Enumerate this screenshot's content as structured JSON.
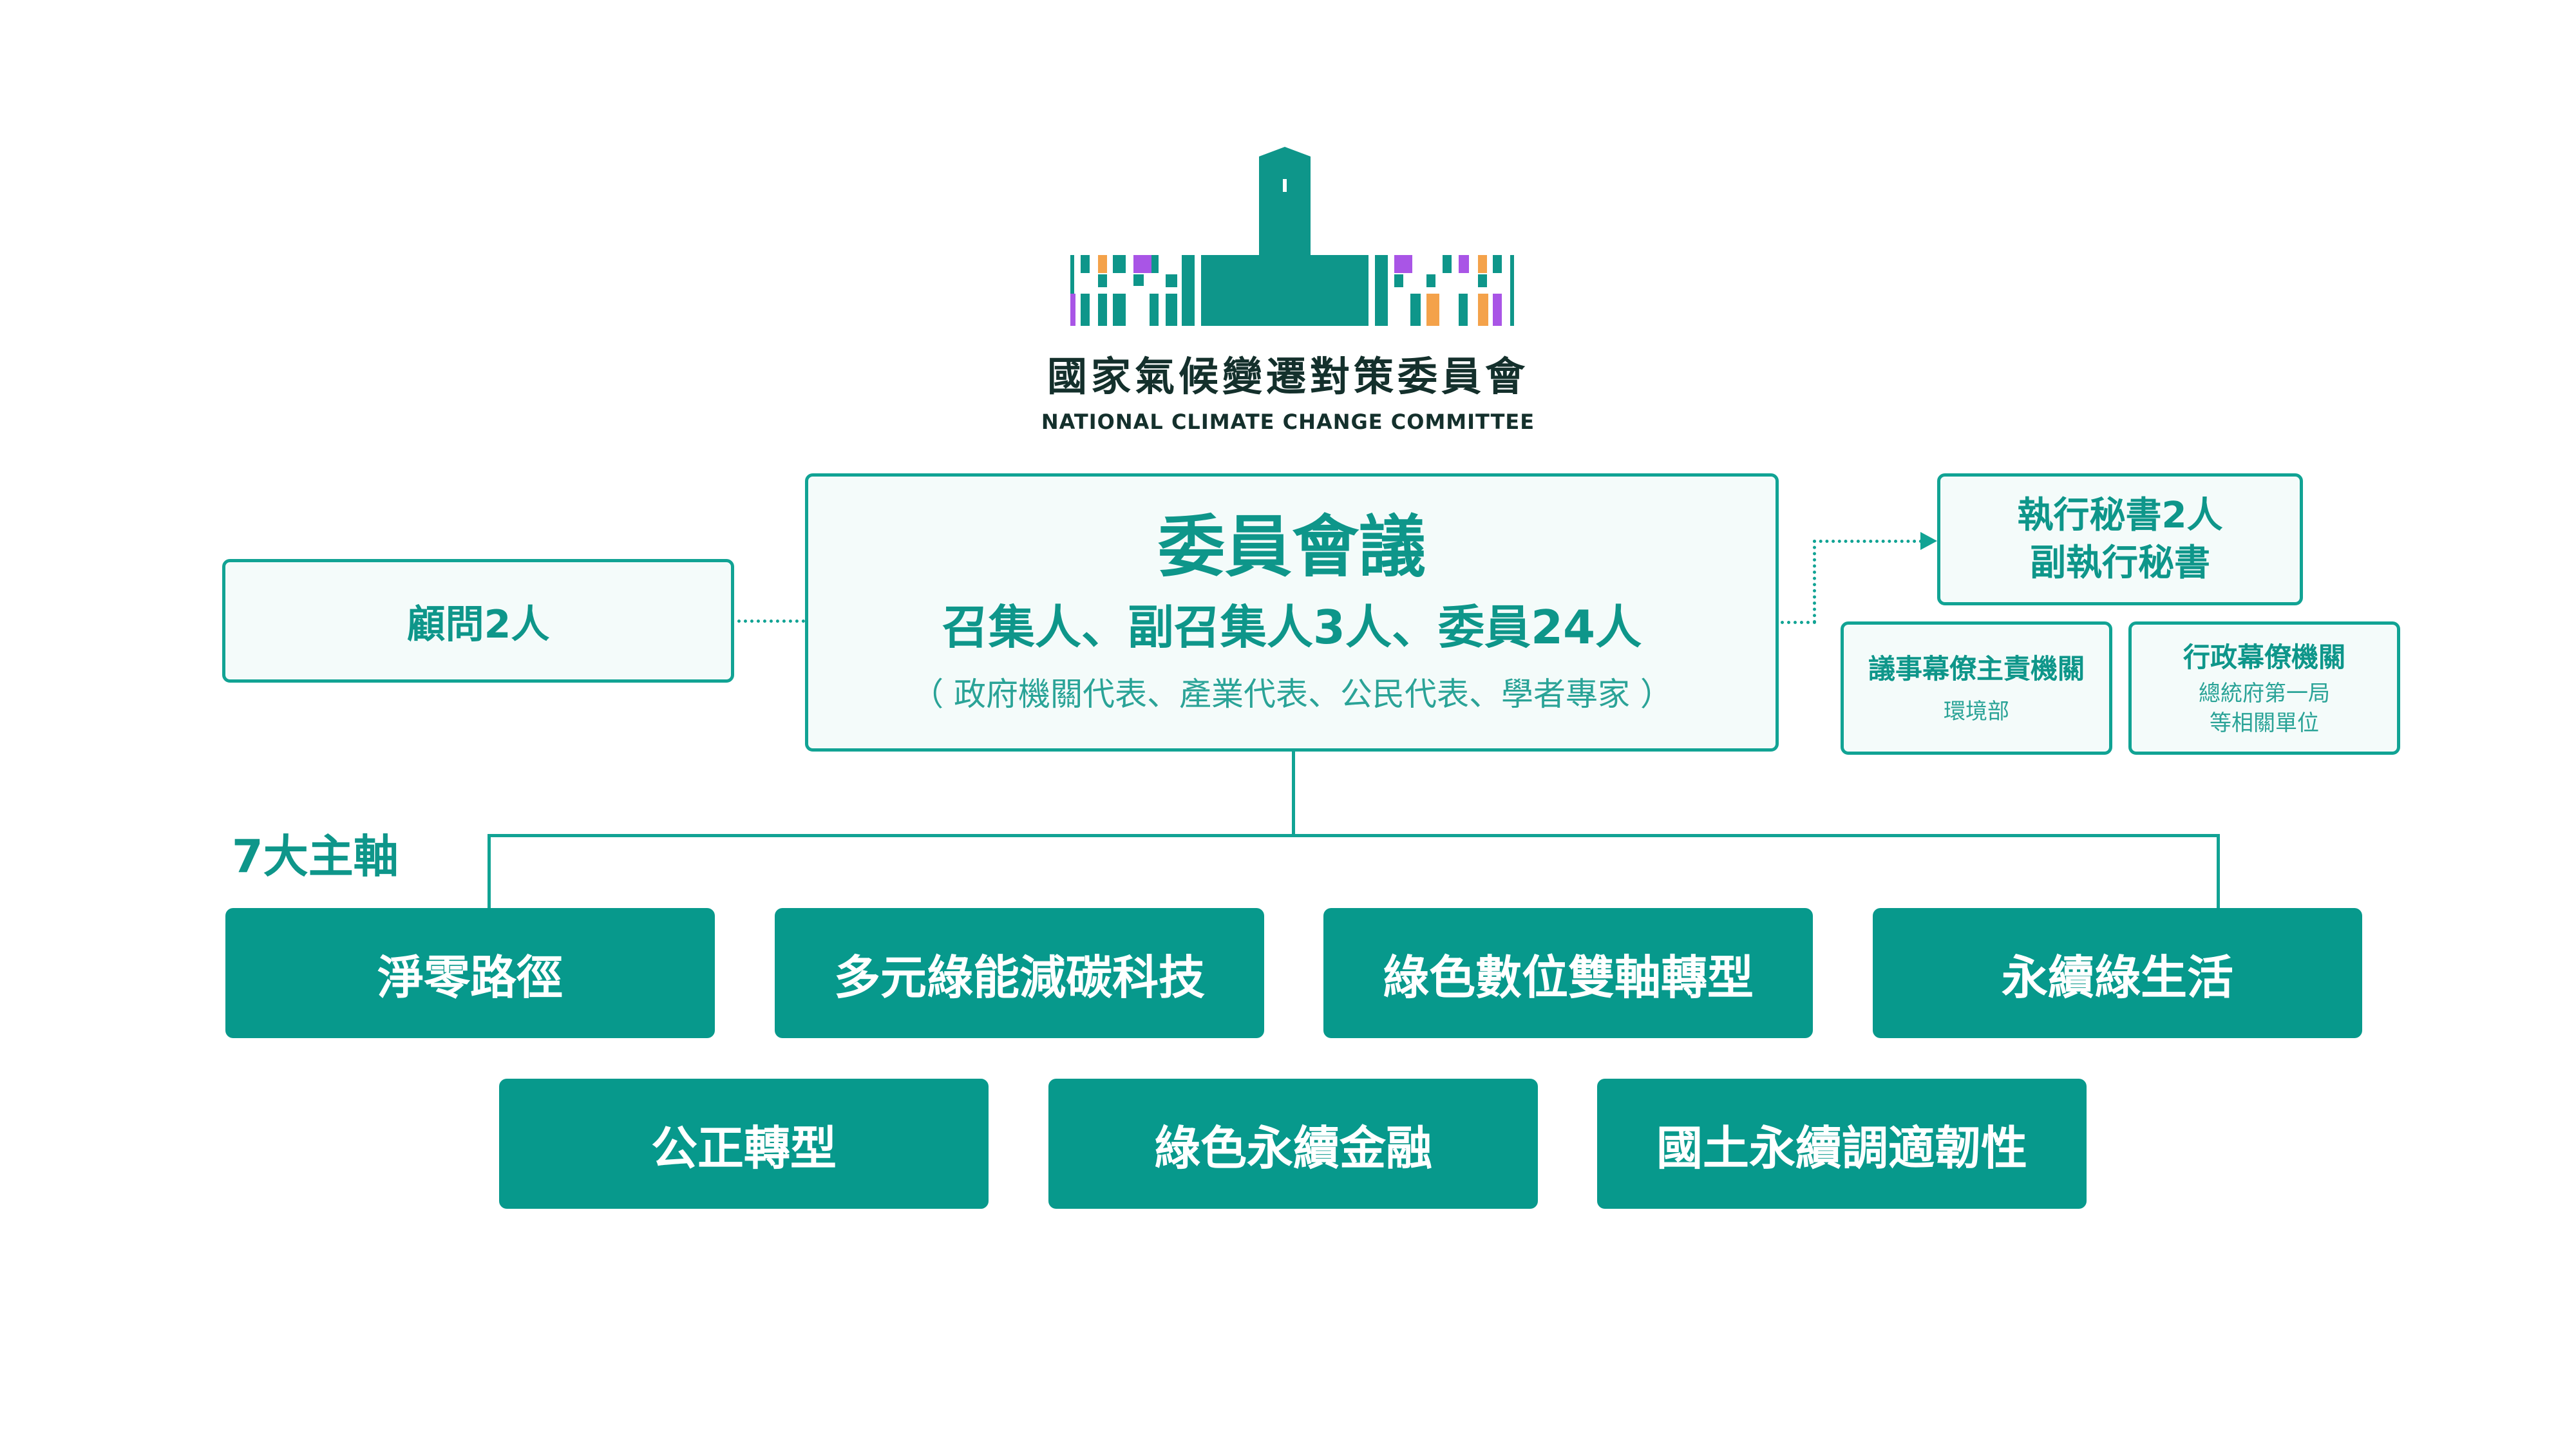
{
  "logo": {
    "title_zh": "國家氣候變遷對策委員會",
    "title_en": "NATIONAL CLIMATE CHANGE COMMITTEE"
  },
  "advisor": {
    "label": "顧問2人"
  },
  "committee": {
    "title": "委員會議",
    "members": "召集人、副召集人3人、委員24人",
    "note": "（ 政府機關代表、產業代表、公民代表、學者專家 ）"
  },
  "executive": {
    "line1": "執行秘書2人",
    "line2": "副執行秘書"
  },
  "agenda_unit": {
    "title": "議事幕僚主責機關",
    "sub": "環境部"
  },
  "admin_unit": {
    "title": "行政幕僚機關",
    "sub1": "總統府第一局",
    "sub2": "等相關單位"
  },
  "axes": {
    "label": "7大主軸",
    "items": [
      "淨零路徑",
      "多元綠能減碳科技",
      "綠色數位雙軸轉型",
      "永續綠生活",
      "公正轉型",
      "綠色永續金融",
      "國土永續調適韌性"
    ]
  },
  "colors": {
    "primary": "#0e968a",
    "box_fill": "#07998c",
    "light_fill": "#f4fbfa",
    "accent_orange": "#f4a24a",
    "accent_purple": "#a955e6",
    "logo_dark": "#14302c"
  }
}
